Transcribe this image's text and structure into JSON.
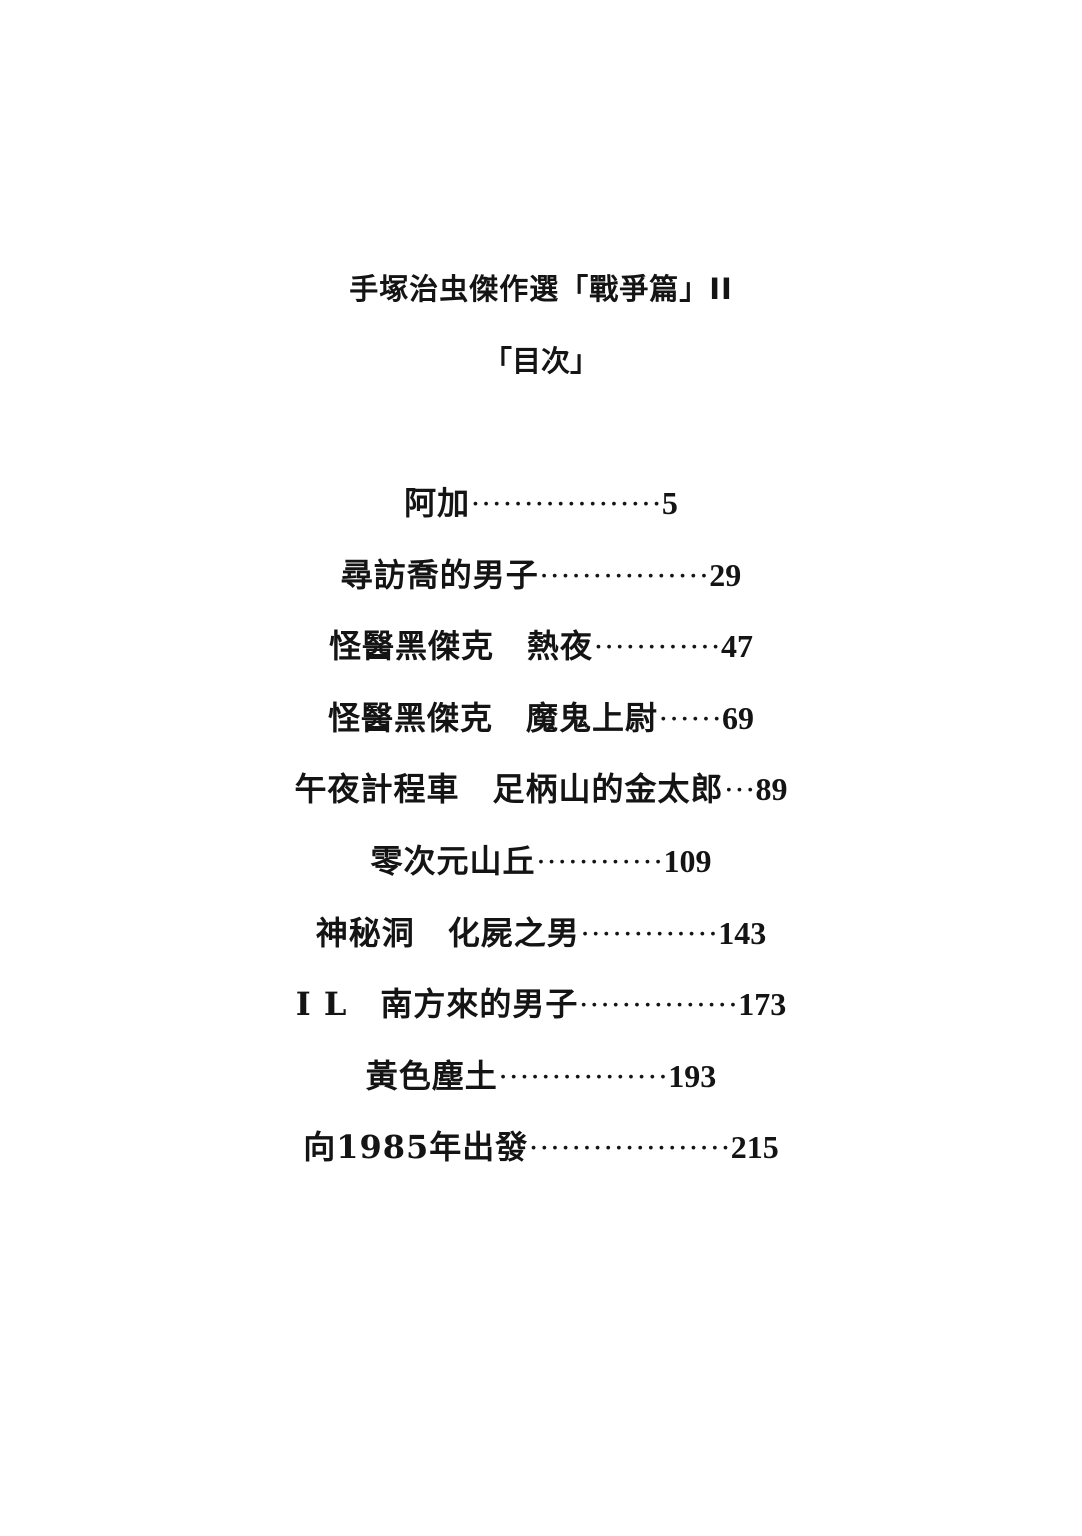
{
  "book_title": "手塚治虫傑作選「戰爭篇」II",
  "toc_heading": "「目次」",
  "toc": [
    {
      "title": "阿加",
      "leader": "··················",
      "page": "5"
    },
    {
      "title": "尋訪喬的男子",
      "leader": "················",
      "page": "29"
    },
    {
      "title": "怪醫黑傑克　熱夜",
      "leader": "············",
      "page": "47"
    },
    {
      "title": "怪醫黑傑克　魔鬼上尉",
      "leader": "······",
      "page": "69"
    },
    {
      "title": "午夜計程車　足柄山的金太郎",
      "leader": "···",
      "page": "89"
    },
    {
      "title": "零次元山丘",
      "leader": "············",
      "page": "109"
    },
    {
      "title": "神秘洞　化屍之男",
      "leader": "·············",
      "page": "143"
    },
    {
      "title": "I L　南方來的男子",
      "leader": "···············",
      "page": "173"
    },
    {
      "title": "黃色塵土",
      "leader": "················",
      "page": "193"
    },
    {
      "title": "向1985年出發",
      "leader": "···················",
      "page": "215"
    }
  ]
}
